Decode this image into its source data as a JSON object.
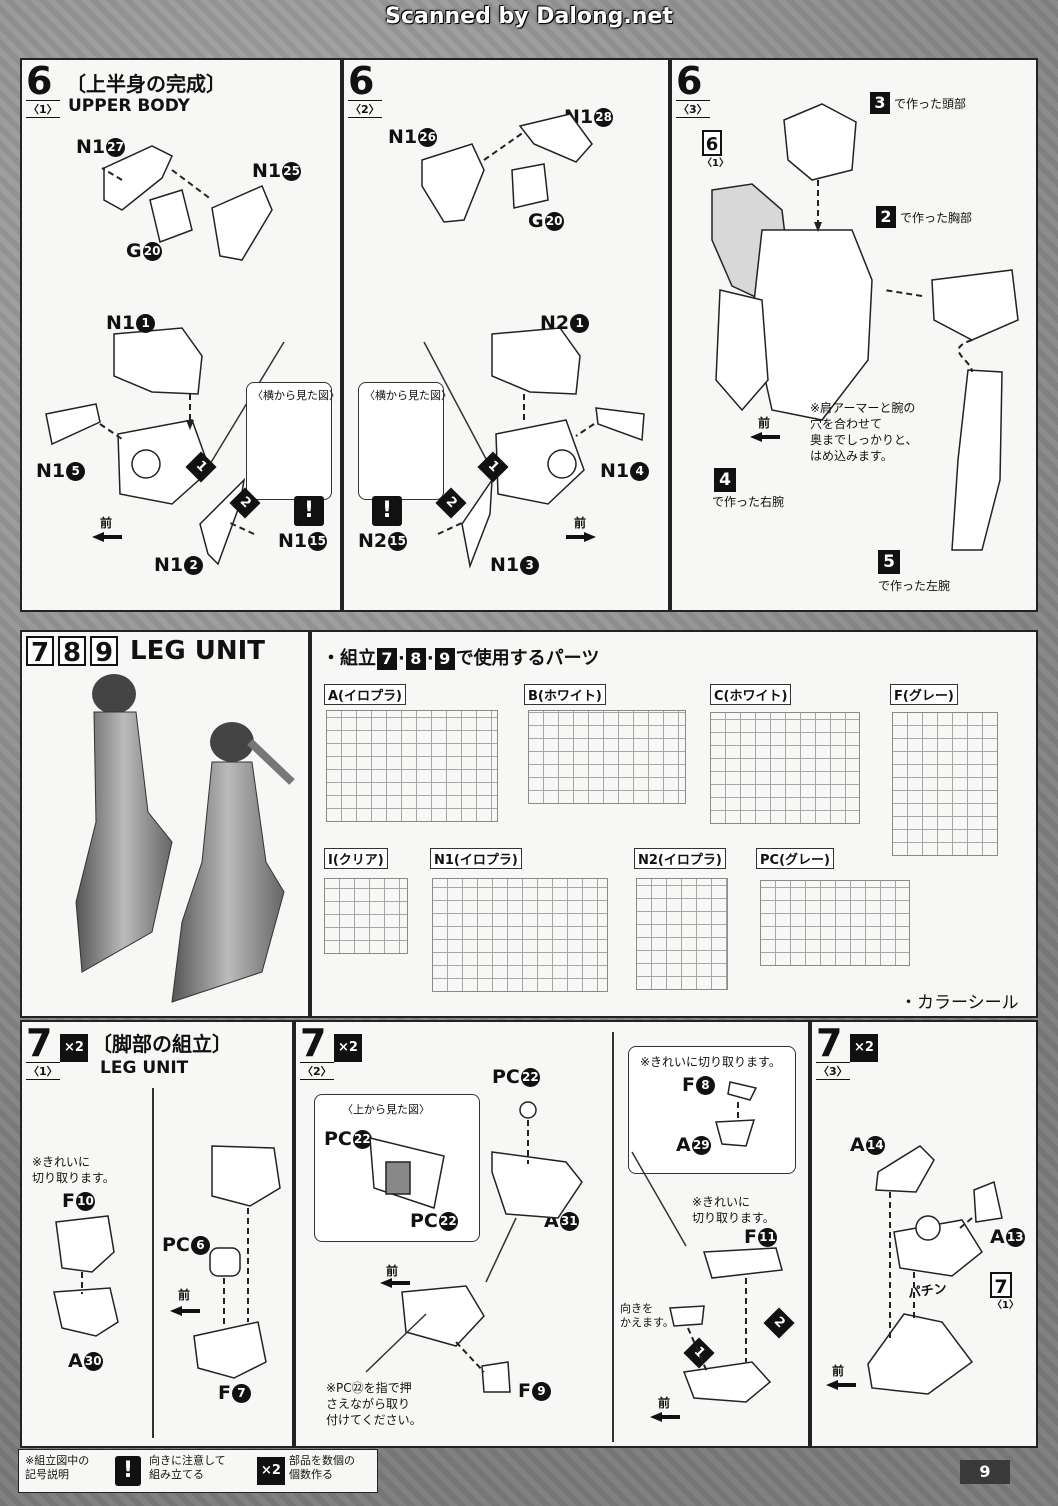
{
  "header": {
    "scan_credit": "Scanned by Dalong.net"
  },
  "step6_1": {
    "step": "6",
    "sub": "〈1〉",
    "title_jp": "〔上半身の完成〕",
    "title_en": "UPPER BODY",
    "labels": {
      "n1_27": "N1",
      "n1_27c": "27",
      "n1_25": "N1",
      "n1_25c": "25",
      "g20": "G",
      "g20c": "20",
      "n1_1": "N1",
      "n1_1c": "1",
      "n1_5": "N1",
      "n1_5c": "5",
      "n1_2": "N1",
      "n1_2c": "2",
      "n1_15": "N1",
      "n1_15c": "15"
    },
    "side_view": "〈横から見た図〉",
    "mae": "前",
    "order1": "1",
    "order2": "2"
  },
  "step6_2": {
    "step": "6",
    "sub": "〈2〉",
    "labels": {
      "n1_26": "N1",
      "n1_26c": "26",
      "n1_28": "N1",
      "n1_28c": "28",
      "g20": "G",
      "g20c": "20",
      "n2_1": "N2",
      "n2_1c": "1",
      "n1_4": "N1",
      "n1_4c": "4",
      "n2_15": "N2",
      "n2_15c": "15",
      "n1_3": "N1",
      "n1_3c": "3"
    },
    "side_view": "〈横から見た図〉",
    "mae": "前",
    "order1": "1",
    "order2": "2"
  },
  "step6_3": {
    "step": "6",
    "sub": "〈3〉",
    "ref6_num": "6",
    "ref6_sub": "〈1〉",
    "ref3_num": "3",
    "ref3_text": "で作った頭部",
    "ref2_num": "2",
    "ref2_text": "で作った胸部",
    "ref4_num": "4",
    "ref4_text": "で作った右腕",
    "ref5_num": "5",
    "ref5_text": "で作った左腕",
    "mae": "前",
    "note_lines": [
      "※肩アーマーと腕の",
      "穴を合わせて",
      "奥までしっかりと、",
      "はめ込みます。"
    ]
  },
  "leg_header": {
    "nums": [
      "7",
      "8",
      "9"
    ],
    "title": "LEG UNIT"
  },
  "parts_list": {
    "title_prefix": "・組立",
    "nums": [
      "7",
      "8",
      "9"
    ],
    "title_suffix": "で使用するパーツ",
    "runners": [
      {
        "label": "A(イロプラ)"
      },
      {
        "label": "B(ホワイト)"
      },
      {
        "label": "C(ホワイト)"
      },
      {
        "label": "F(グレー)"
      },
      {
        "label": "I(クリア)"
      },
      {
        "label": "N1(イロプラ)"
      },
      {
        "label": "N2(イロプラ)"
      },
      {
        "label": "PC(グレー)"
      }
    ],
    "color_seal": "・カラーシール"
  },
  "step7_1": {
    "step": "7",
    "sub": "〈1〉",
    "x2": "×2",
    "title_jp": "〔脚部の組立〕",
    "title_en": "LEG UNIT",
    "note_lines": [
      "※きれいに",
      "切り取ります。"
    ],
    "labels": {
      "f10": "F",
      "f10c": "10",
      "pc6": "PC",
      "pc6c": "6",
      "a30": "A",
      "a30c": "30",
      "f7": "F",
      "f7c": "7"
    },
    "mae": "前"
  },
  "step7_2": {
    "step": "7",
    "sub": "〈2〉",
    "x2": "×2",
    "top_view": "〈上から見た図〉",
    "labels": {
      "pc22a": "PC",
      "pc22ac": "22",
      "pc22b": "PC",
      "pc22bc": "22",
      "pc22c": "PC",
      "pc22cc": "22",
      "a31": "A",
      "a31c": "31",
      "f9": "F",
      "f9c": "9",
      "f8": "F",
      "f8c": "8",
      "a29": "A",
      "a29c": "29",
      "f11": "F",
      "f11c": "11"
    },
    "note_top": "※きれいに切り取ります。",
    "note_mid_lines": [
      "※きれいに",
      "切り取ります。"
    ],
    "note_pc_lines": [
      "※PC㉒を指で押",
      "さえながら取り",
      "付けてください。"
    ],
    "turn_lines": [
      "向きを",
      "かえます。"
    ],
    "mae": "前",
    "mae2": "前",
    "order1": "1",
    "order2": "2"
  },
  "step7_3": {
    "step": "7",
    "sub": "〈3〉",
    "x2": "×2",
    "labels": {
      "a14": "A",
      "a14c": "14",
      "a13": "A",
      "a13c": "13"
    },
    "ref_num": "7",
    "ref_sub": "〈1〉",
    "sfx": "パチン",
    "mae": "前"
  },
  "legend": {
    "title_lines": [
      "※組立図中の",
      "記号説明"
    ],
    "warn_lines": [
      "向きに注意して",
      "組み立てる"
    ],
    "x2_label": "×2",
    "x2_lines": [
      "部品を数個の",
      "個数作る"
    ]
  },
  "page_number": "9"
}
